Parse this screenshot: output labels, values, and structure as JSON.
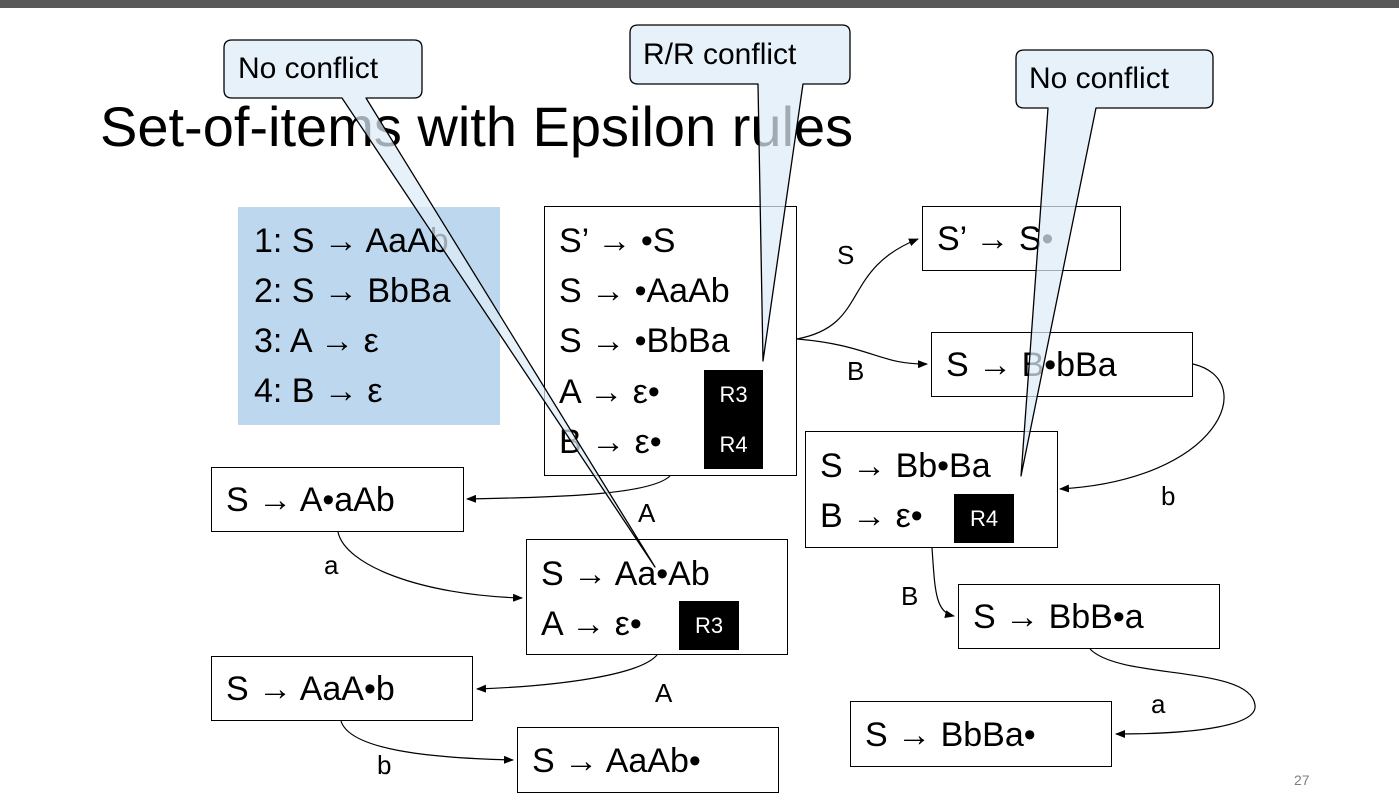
{
  "title": "Set-of-items with Epsilon rules",
  "grammar": [
    "1: S → AaAb",
    "2: S → BbBa",
    "3: A → ε",
    "4: B → ε"
  ],
  "states": {
    "start": [
      "S’ → •S",
      "S → •AaAb",
      "S → •BbBa",
      "A → ε•",
      "B → ε•"
    ],
    "accept": [
      "S’ → S•"
    ],
    "s_b_bba": [
      "S → B•bBa"
    ],
    "s_bb_ba": [
      "S → Bb•Ba",
      "B → ε•"
    ],
    "s_bbb_a": [
      "S → BbB•a"
    ],
    "s_bbba": [
      "S → BbBa•"
    ],
    "s_a_aab": [
      "S → A•aAb"
    ],
    "s_aa_ab": [
      "S → Aa•Ab",
      "A → ε•"
    ],
    "s_aaa_b": [
      "S → AaA•b"
    ],
    "s_aaab": [
      "S → AaAb•"
    ]
  },
  "reduce_tags": {
    "start_r3": "R3",
    "start_r4": "R4",
    "bb_r4": "R4",
    "aa_r3": "R3"
  },
  "edge_labels": {
    "start_to_accept": "S",
    "start_to_b": "B",
    "start_to_a": "A",
    "b_to_bb": "b",
    "bb_to_bbb": "B",
    "bbb_to_bbba": "a",
    "a_to_aa": "a",
    "aa_to_aaa": "A",
    "aaa_to_aaab": "b"
  },
  "callouts": {
    "left": "No conflict",
    "middle": "R/R conflict",
    "right": "No conflict"
  },
  "colors": {
    "grammar_bg": "#bdd7ee",
    "callout_bg": "#deebf7",
    "tag_bg": "#000000",
    "topbar": "#595959"
  },
  "page_number": "27"
}
